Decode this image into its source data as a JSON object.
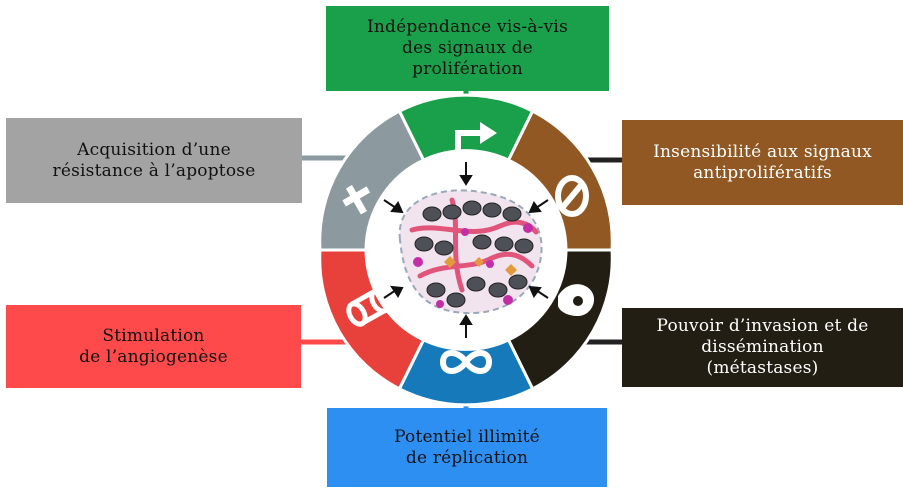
{
  "diagram": {
    "center_image": "tumor-cells-illustration",
    "hallmarks": [
      {
        "id": "proliferation",
        "label": "Indépendance vis-à-vis\ndes signaux de\nprolifération",
        "color": "#1aa04a",
        "icon": "arrow-up-right-icon"
      },
      {
        "id": "antiproliferative",
        "label": "Insensibilité aux signaux\nantiprolifératifs",
        "color": "#915823",
        "icon": "no-entry-icon"
      },
      {
        "id": "invasion",
        "label": "Pouvoir d’invasion et de\ndissémination\n(métastases)",
        "color": "#231e14",
        "icon": "cell-invasion-icon"
      },
      {
        "id": "replication",
        "label": "Potentiel illimité\nde réplication",
        "color": "#2e8ff2",
        "icon": "infinity-icon"
      },
      {
        "id": "angiogenesis",
        "label": "Stimulation\nde l’angiogenèse",
        "color": "#fe4a4a",
        "icon": "blood-vessel-icon"
      },
      {
        "id": "apoptosis",
        "label": "Acquisition d’une\nrésistance à l’apoptose",
        "color": "#a3a3a3",
        "icon": "tombstone-cross-icon"
      }
    ]
  }
}
